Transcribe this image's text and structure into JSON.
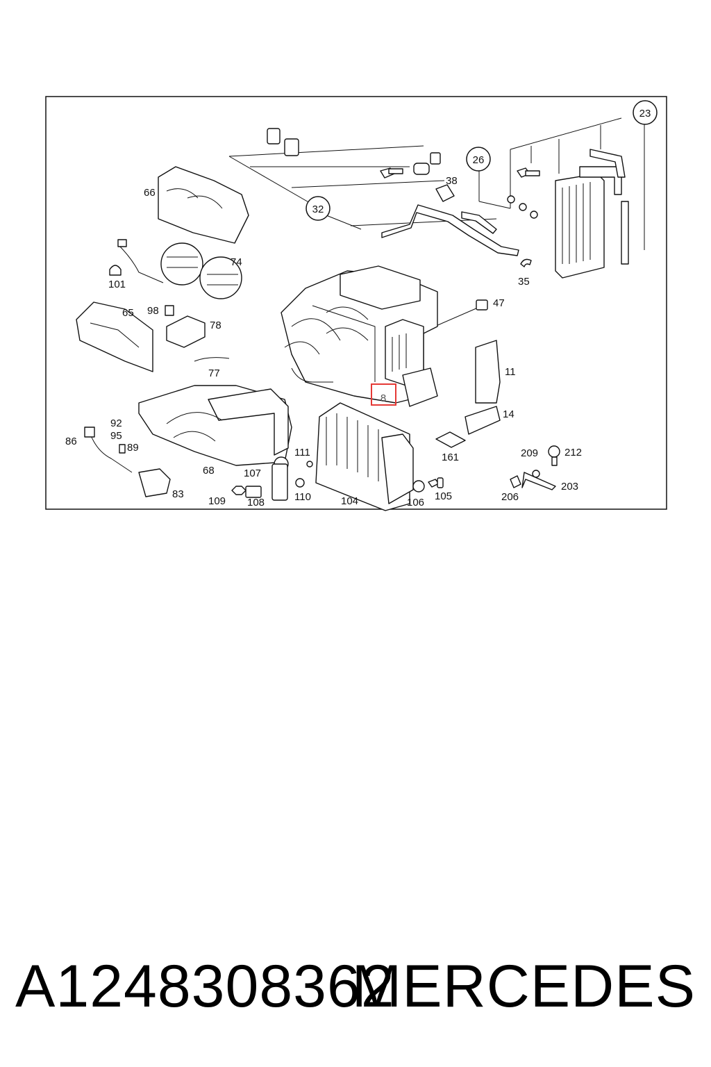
{
  "diagram": {
    "callouts_circled": [
      "23",
      "26",
      "32"
    ],
    "callouts": [
      "66",
      "74",
      "101",
      "98",
      "65",
      "78",
      "77",
      "38",
      "35",
      "47",
      "11",
      "14",
      "161",
      "92",
      "95",
      "86",
      "89",
      "68",
      "107",
      "111",
      "83",
      "109",
      "108",
      "110",
      "104",
      "106",
      "105",
      "209",
      "212",
      "206",
      "203"
    ],
    "highlighted_callout": "8",
    "highlight_color": "#e53935"
  },
  "footer": {
    "part_number": "A1248308362",
    "brand": "MERCEDES"
  }
}
